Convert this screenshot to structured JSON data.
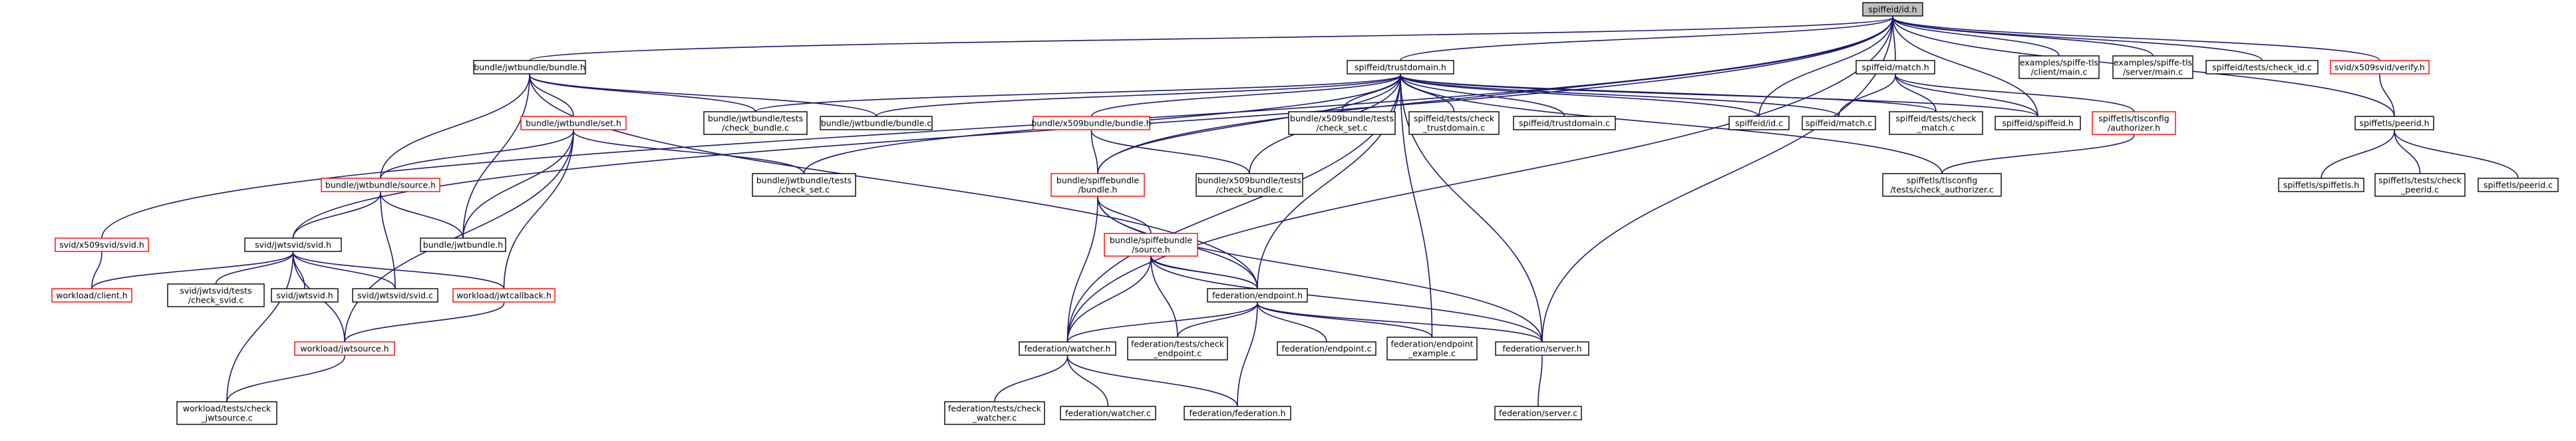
{
  "colors": {
    "edge": "#191970",
    "node_border_black": "#000000",
    "node_border_red": "#ff0000",
    "root_fill": "#bfbfbf",
    "node_fill": "#ffffff"
  },
  "nodes": [
    {
      "id": "spiffeid_id_h",
      "lines": [
        "spiffeid/id.h"
      ],
      "border": "black",
      "root": true
    },
    {
      "id": "bundle_jwtbundle_bundle_h",
      "lines": [
        "bundle/jwtbundle/bundle.h"
      ],
      "border": "black"
    },
    {
      "id": "spiffeid_trustdomain_h",
      "lines": [
        "spiffeid/trustdomain.h"
      ],
      "border": "black"
    },
    {
      "id": "spiffeid_match_h",
      "lines": [
        "spiffeid/match.h"
      ],
      "border": "black"
    },
    {
      "id": "examples_client_main_c",
      "lines": [
        "examples/spiffe-tls",
        "/client/main.c"
      ],
      "border": "black"
    },
    {
      "id": "examples_server_main_c",
      "lines": [
        "examples/spiffe-tls",
        "/server/main.c"
      ],
      "border": "black"
    },
    {
      "id": "spiffeid_tests_check_id_c",
      "lines": [
        "spiffeid/tests/check_id.c"
      ],
      "border": "black"
    },
    {
      "id": "svid_x509svid_verify_h",
      "lines": [
        "svid/x509svid/verify.h"
      ],
      "border": "red"
    },
    {
      "id": "bundle_jwtbundle_set_h",
      "lines": [
        "bundle/jwtbundle/set.h"
      ],
      "border": "red"
    },
    {
      "id": "bundle_jwtbundle_tests_check_bundle_c",
      "lines": [
        "bundle/jwtbundle/tests",
        "/check_bundle.c"
      ],
      "border": "black"
    },
    {
      "id": "bundle_jwtbundle_bundle_c",
      "lines": [
        "bundle/jwtbundle/bundle.c"
      ],
      "border": "black"
    },
    {
      "id": "bundle_x509bundle_bundle_h",
      "lines": [
        "bundle/x509bundle/bundle.h"
      ],
      "border": "red"
    },
    {
      "id": "bundle_x509bundle_tests_check_set_c",
      "lines": [
        "bundle/x509bundle/tests",
        "/check_set.c"
      ],
      "border": "black"
    },
    {
      "id": "spiffeid_tests_check_trustdomain_c",
      "lines": [
        "spiffeid/tests/check",
        "_trustdomain.c"
      ],
      "border": "black"
    },
    {
      "id": "spiffeid_trustdomain_c",
      "lines": [
        "spiffeid/trustdomain.c"
      ],
      "border": "black"
    },
    {
      "id": "spiffeid_id_c",
      "lines": [
        "spiffeid/id.c"
      ],
      "border": "black"
    },
    {
      "id": "spiffeid_match_c",
      "lines": [
        "spiffeid/match.c"
      ],
      "border": "black"
    },
    {
      "id": "spiffeid_tests_check_match_c",
      "lines": [
        "spiffeid/tests/check",
        "_match.c"
      ],
      "border": "black"
    },
    {
      "id": "spiffeid_spiffeid_h",
      "lines": [
        "spiffeid/spiffeid.h"
      ],
      "border": "black"
    },
    {
      "id": "spiffetls_tlsconfig_authorizer_h",
      "lines": [
        "spiffetls/tlsconfig",
        "/authorizer.h"
      ],
      "border": "red"
    },
    {
      "id": "spiffetls_peerid_h",
      "lines": [
        "spiffetls/peerid.h"
      ],
      "border": "black"
    },
    {
      "id": "bundle_jwtbundle_source_h",
      "lines": [
        "bundle/jwtbundle/source.h"
      ],
      "border": "red"
    },
    {
      "id": "bundle_jwtbundle_tests_check_set_c",
      "lines": [
        "bundle/jwtbundle/tests",
        "/check_set.c"
      ],
      "border": "black"
    },
    {
      "id": "bundle_spiffebundle_bundle_h",
      "lines": [
        "bundle/spiffebundle",
        "/bundle.h"
      ],
      "border": "red"
    },
    {
      "id": "bundle_x509bundle_tests_check_bundle_c",
      "lines": [
        "bundle/x509bundle/tests",
        "/check_bundle.c"
      ],
      "border": "black"
    },
    {
      "id": "spiffetls_tlsconfig_tests_check_authorizer_c",
      "lines": [
        "spiffetls/tlsconfig",
        "/tests/check_authorizer.c"
      ],
      "border": "black"
    },
    {
      "id": "spiffetls_spiffetls_h",
      "lines": [
        "spiffetls/spiffetls.h"
      ],
      "border": "black"
    },
    {
      "id": "spiffetls_tests_check_peerid_c",
      "lines": [
        "spiffetls/tests/check",
        "_peerid.c"
      ],
      "border": "black"
    },
    {
      "id": "spiffetls_peerid_c",
      "lines": [
        "spiffetls/peerid.c"
      ],
      "border": "black"
    },
    {
      "id": "svid_x509svid_svid_h",
      "lines": [
        "svid/x509svid/svid.h"
      ],
      "border": "red"
    },
    {
      "id": "svid_jwtsvid_svid_h",
      "lines": [
        "svid/jwtsvid/svid.h"
      ],
      "border": "black"
    },
    {
      "id": "bundle_jwtbundle_h",
      "lines": [
        "bundle/jwtbundle.h"
      ],
      "border": "black"
    },
    {
      "id": "bundle_spiffebundle_source_h",
      "lines": [
        "bundle/spiffebundle",
        "/source.h"
      ],
      "border": "red"
    },
    {
      "id": "workload_client_h",
      "lines": [
        "workload/client.h"
      ],
      "border": "red"
    },
    {
      "id": "svid_jwtsvid_tests_check_svid_c",
      "lines": [
        "svid/jwtsvid/tests",
        "/check_svid.c"
      ],
      "border": "black"
    },
    {
      "id": "svid_jwtsvid_h",
      "lines": [
        "svid/jwtsvid.h"
      ],
      "border": "black"
    },
    {
      "id": "svid_jwtsvid_svid_c",
      "lines": [
        "svid/jwtsvid/svid.c"
      ],
      "border": "black"
    },
    {
      "id": "workload_jwtcallback_h",
      "lines": [
        "workload/jwtcallback.h"
      ],
      "border": "red"
    },
    {
      "id": "federation_endpoint_h",
      "lines": [
        "federation/endpoint.h"
      ],
      "border": "black"
    },
    {
      "id": "workload_jwtsource_h",
      "lines": [
        "workload/jwtsource.h"
      ],
      "border": "red"
    },
    {
      "id": "federation_watcher_h",
      "lines": [
        "federation/watcher.h"
      ],
      "border": "black"
    },
    {
      "id": "federation_tests_check_endpoint_c",
      "lines": [
        "federation/tests/check",
        "_endpoint.c"
      ],
      "border": "black"
    },
    {
      "id": "federation_endpoint_c",
      "lines": [
        "federation/endpoint.c"
      ],
      "border": "black"
    },
    {
      "id": "federation_endpoint_example_c",
      "lines": [
        "federation/endpoint",
        "_example.c"
      ],
      "border": "black"
    },
    {
      "id": "federation_server_h",
      "lines": [
        "federation/server.h"
      ],
      "border": "black"
    },
    {
      "id": "workload_tests_check_jwtsource_c",
      "lines": [
        "workload/tests/check",
        "_jwtsource.c"
      ],
      "border": "black"
    },
    {
      "id": "federation_tests_check_watcher_c",
      "lines": [
        "federation/tests/check",
        "_watcher.c"
      ],
      "border": "black"
    },
    {
      "id": "federation_watcher_c",
      "lines": [
        "federation/watcher.c"
      ],
      "border": "black"
    },
    {
      "id": "federation_federation_h",
      "lines": [
        "federation/federation.h"
      ],
      "border": "black"
    },
    {
      "id": "federation_server_c",
      "lines": [
        "federation/server.c"
      ],
      "border": "black"
    }
  ],
  "edges": [
    [
      "spiffeid_id_h",
      "bundle_jwtbundle_bundle_h"
    ],
    [
      "spiffeid_id_h",
      "spiffeid_trustdomain_h"
    ],
    [
      "spiffeid_id_h",
      "spiffeid_match_h"
    ],
    [
      "spiffeid_id_h",
      "examples_client_main_c"
    ],
    [
      "spiffeid_id_h",
      "examples_server_main_c"
    ],
    [
      "spiffeid_id_h",
      "spiffeid_tests_check_id_c"
    ],
    [
      "spiffeid_id_h",
      "svid_x509svid_verify_h"
    ],
    [
      "spiffeid_id_h",
      "spiffetls_peerid_h"
    ],
    [
      "spiffeid_id_h",
      "spiffeid_id_c"
    ],
    [
      "spiffeid_id_h",
      "spiffeid_spiffeid_h"
    ],
    [
      "spiffeid_id_h",
      "svid_x509svid_svid_h"
    ],
    [
      "spiffeid_id_h",
      "svid_jwtsvid_svid_h"
    ],
    [
      "spiffeid_id_h",
      "federation_watcher_h"
    ],
    [
      "spiffeid_id_h",
      "federation_server_h"
    ],
    [
      "spiffeid_id_h",
      "bundle_spiffebundle_bundle_h"
    ],
    [
      "bundle_jwtbundle_bundle_h",
      "bundle_jwtbundle_set_h"
    ],
    [
      "bundle_jwtbundle_bundle_h",
      "bundle_jwtbundle_tests_check_bundle_c"
    ],
    [
      "bundle_jwtbundle_bundle_h",
      "bundle_jwtbundle_bundle_c"
    ],
    [
      "bundle_jwtbundle_bundle_h",
      "bundle_jwtbundle_source_h"
    ],
    [
      "bundle_jwtbundle_bundle_h",
      "bundle_jwtbundle_h"
    ],
    [
      "bundle_jwtbundle_bundle_h",
      "federation_endpoint_h"
    ],
    [
      "spiffeid_trustdomain_h",
      "bundle_jwtbundle_tests_check_bundle_c"
    ],
    [
      "spiffeid_trustdomain_h",
      "bundle_jwtbundle_bundle_c"
    ],
    [
      "spiffeid_trustdomain_h",
      "bundle_x509bundle_bundle_h"
    ],
    [
      "spiffeid_trustdomain_h",
      "bundle_x509bundle_tests_check_set_c"
    ],
    [
      "spiffeid_trustdomain_h",
      "spiffeid_tests_check_trustdomain_c"
    ],
    [
      "spiffeid_trustdomain_h",
      "spiffeid_trustdomain_c"
    ],
    [
      "spiffeid_trustdomain_h",
      "spiffeid_id_c"
    ],
    [
      "spiffeid_trustdomain_h",
      "spiffeid_match_c"
    ],
    [
      "spiffeid_trustdomain_h",
      "spiffeid_tests_check_match_c"
    ],
    [
      "spiffeid_trustdomain_h",
      "spiffeid_spiffeid_h"
    ],
    [
      "spiffeid_trustdomain_h",
      "bundle_jwtbundle_tests_check_set_c"
    ],
    [
      "spiffeid_trustdomain_h",
      "bundle_spiffebundle_bundle_h"
    ],
    [
      "spiffeid_trustdomain_h",
      "bundle_x509bundle_tests_check_bundle_c"
    ],
    [
      "spiffeid_trustdomain_h",
      "spiffetls_tlsconfig_tests_check_authorizer_c"
    ],
    [
      "spiffeid_trustdomain_h",
      "federation_endpoint_h"
    ],
    [
      "spiffeid_trustdomain_h",
      "federation_watcher_h"
    ],
    [
      "spiffeid_trustdomain_h",
      "federation_server_h"
    ],
    [
      "spiffeid_trustdomain_h",
      "federation_endpoint_example_c"
    ],
    [
      "spiffeid_match_h",
      "spiffeid_match_c"
    ],
    [
      "spiffeid_match_h",
      "spiffeid_tests_check_match_c"
    ],
    [
      "spiffeid_match_h",
      "spiffeid_spiffeid_h"
    ],
    [
      "spiffeid_match_h",
      "spiffetls_tlsconfig_authorizer_h"
    ],
    [
      "svid_x509svid_verify_h",
      "spiffetls_peerid_h"
    ],
    [
      "bundle_jwtbundle_set_h",
      "bundle_jwtbundle_source_h"
    ],
    [
      "bundle_jwtbundle_set_h",
      "bundle_jwtbundle_tests_check_set_c"
    ],
    [
      "bundle_jwtbundle_set_h",
      "bundle_jwtbundle_h"
    ],
    [
      "bundle_jwtbundle_set_h",
      "workload_jwtcallback_h"
    ],
    [
      "bundle_jwtbundle_set_h",
      "workload_jwtsource_h"
    ],
    [
      "bundle_x509bundle_bundle_h",
      "bundle_spiffebundle_bundle_h"
    ],
    [
      "bundle_x509bundle_bundle_h",
      "bundle_x509bundle_tests_check_bundle_c"
    ],
    [
      "spiffetls_tlsconfig_authorizer_h",
      "spiffetls_tlsconfig_tests_check_authorizer_c"
    ],
    [
      "spiffetls_peerid_h",
      "spiffetls_spiffetls_h"
    ],
    [
      "spiffetls_peerid_h",
      "spiffetls_tests_check_peerid_c"
    ],
    [
      "spiffetls_peerid_h",
      "spiffetls_peerid_c"
    ],
    [
      "bundle_jwtbundle_source_h",
      "svid_jwtsvid_svid_h"
    ],
    [
      "bundle_jwtbundle_source_h",
      "bundle_jwtbundle_h"
    ],
    [
      "bundle_jwtbundle_source_h",
      "svid_jwtsvid_svid_c"
    ],
    [
      "bundle_spiffebundle_bundle_h",
      "bundle_spiffebundle_source_h"
    ],
    [
      "bundle_spiffebundle_bundle_h",
      "federation_endpoint_h"
    ],
    [
      "bundle_spiffebundle_bundle_h",
      "federation_watcher_h"
    ],
    [
      "bundle_spiffebundle_bundle_h",
      "federation_server_h"
    ],
    [
      "svid_x509svid_svid_h",
      "workload_client_h"
    ],
    [
      "svid_jwtsvid_svid_h",
      "workload_client_h"
    ],
    [
      "svid_jwtsvid_svid_h",
      "svid_jwtsvid_tests_check_svid_c"
    ],
    [
      "svid_jwtsvid_svid_h",
      "svid_jwtsvid_h"
    ],
    [
      "svid_jwtsvid_svid_h",
      "svid_jwtsvid_svid_c"
    ],
    [
      "svid_jwtsvid_svid_h",
      "workload_jwtcallback_h"
    ],
    [
      "svid_jwtsvid_svid_h",
      "workload_jwtsource_h"
    ],
    [
      "svid_jwtsvid_svid_h",
      "workload_tests_check_jwtsource_c"
    ],
    [
      "bundle_spiffebundle_source_h",
      "federation_endpoint_h"
    ],
    [
      "bundle_spiffebundle_source_h",
      "federation_watcher_h"
    ],
    [
      "bundle_spiffebundle_source_h",
      "federation_tests_check_endpoint_c"
    ],
    [
      "bundle_spiffebundle_source_h",
      "federation_server_h"
    ],
    [
      "workload_jwtcallback_h",
      "workload_jwtsource_h"
    ],
    [
      "federation_endpoint_h",
      "bundle_spiffebundle_source_h"
    ],
    [
      "federation_endpoint_h",
      "federation_watcher_h"
    ],
    [
      "federation_endpoint_h",
      "federation_tests_check_endpoint_c"
    ],
    [
      "federation_endpoint_h",
      "federation_endpoint_c"
    ],
    [
      "federation_endpoint_h",
      "federation_endpoint_example_c"
    ],
    [
      "federation_endpoint_h",
      "federation_server_h"
    ],
    [
      "federation_endpoint_h",
      "federation_federation_h"
    ],
    [
      "workload_jwtsource_h",
      "workload_tests_check_jwtsource_c"
    ],
    [
      "federation_watcher_h",
      "federation_tests_check_watcher_c"
    ],
    [
      "federation_watcher_h",
      "federation_watcher_c"
    ],
    [
      "federation_watcher_h",
      "federation_federation_h"
    ],
    [
      "federation_server_h",
      "federation_server_c"
    ]
  ]
}
